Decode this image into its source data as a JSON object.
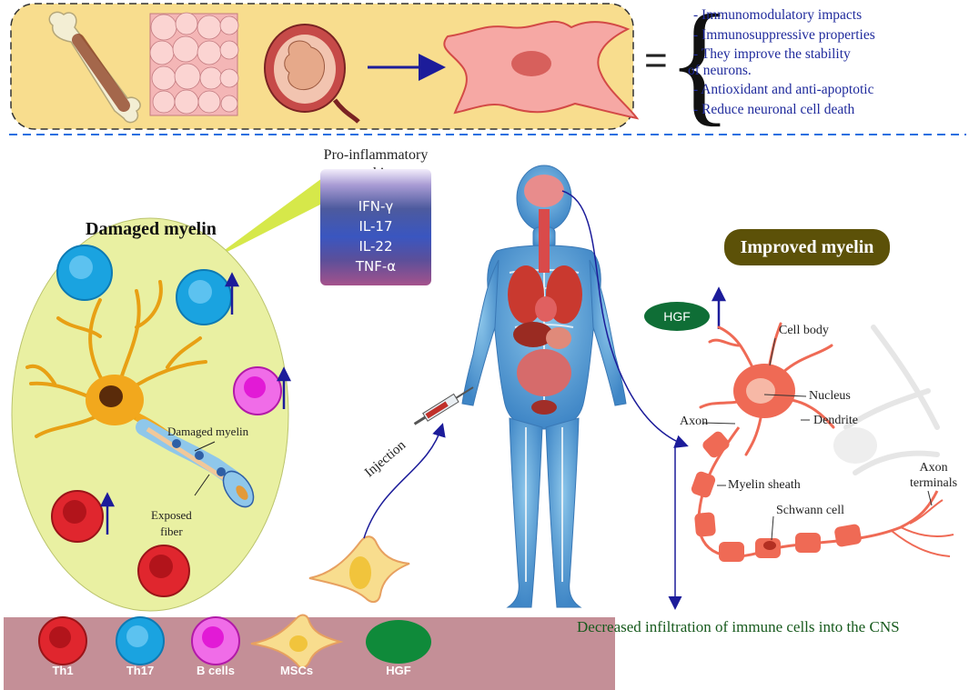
{
  "benefits": [
    "- Immunomodulatory impacts",
    "- Immunosuppressive properties",
    "- They improve the stability",
    "of neurons.",
    "- Antioxidant and anti-apoptotic",
    "- Reduce neuronal cell death"
  ],
  "equals_sign": "=",
  "cytokines": {
    "title_line1": "Pro-inflammatory",
    "title_line2": "cytokines",
    "items": [
      "IFN-γ",
      "IL-17",
      "IL-22",
      "TNF-α"
    ]
  },
  "damaged": {
    "title": "Damaged myelin",
    "damaged_myelin_label": "Damaged myelin",
    "exposed_line1": "Exposed",
    "exposed_line2": "fiber"
  },
  "injection_label": "Injection",
  "improved": {
    "title": "Improved myelin",
    "hgf_badge": "HGF",
    "neuron_labels": {
      "cell_body": "Cell body",
      "nucleus": "Nucleus",
      "axon": "Axon",
      "dendrite": "Dendrite",
      "myelin_sheath": "Myelin sheath",
      "axon_terminals_1": "Axon",
      "axon_terminals_2": "terminals",
      "schwann_cell": "Schwann cell"
    }
  },
  "decreased_infiltration": "Decreased infiltration of immune cells into the CNS",
  "legend": [
    {
      "label": "Th1",
      "color": "#d8272e"
    },
    {
      "label": "Th17",
      "color": "#1aa3e0"
    },
    {
      "label": "B cells",
      "color": "#e528d8"
    },
    {
      "label": "MSCs",
      "color": "#f8dd8e"
    },
    {
      "label": "HGF",
      "color": "#0f8a3a"
    }
  ],
  "colors": {
    "top_panel": "#f8dd8e",
    "oval": "#e9f0a2",
    "legend_bar": "#c48f97",
    "arrow": "#1c1c9a",
    "dash_line": "#1f6fe0",
    "improved_box": "#5c5108",
    "decreased_text": "#175a1d"
  }
}
